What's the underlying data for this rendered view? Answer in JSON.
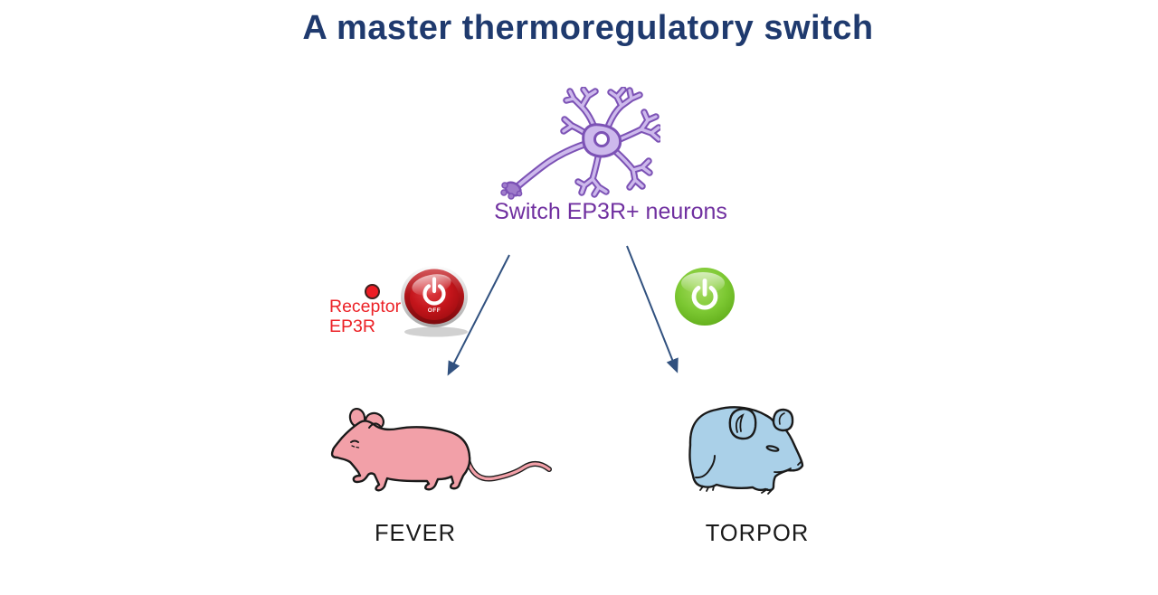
{
  "title": "A master thermoregulatory switch",
  "neuron": {
    "label": "Switch EP3R+ neurons"
  },
  "off_branch": {
    "receptor_line1": "Receptor",
    "receptor_line2": "EP3R",
    "button_state": "OFF"
  },
  "outcomes": {
    "fever": "FEVER",
    "torpor": "TORPOR"
  },
  "colors": {
    "title_navy": "#1F3A6E",
    "neuron_text_purple": "#7030A0",
    "neuron_fill": "#CDB9EC",
    "neuron_outline": "#7C52B5",
    "receptor_red": "#EC2227",
    "off_button_red": "#C4151B",
    "on_button_green": "#7CC832",
    "arrow_blue": "#31517F",
    "fever_mouse_pink": "#F2A0A8",
    "torpor_mouse_blue": "#AAD0E8",
    "outline_black": "#1A1A1A"
  }
}
